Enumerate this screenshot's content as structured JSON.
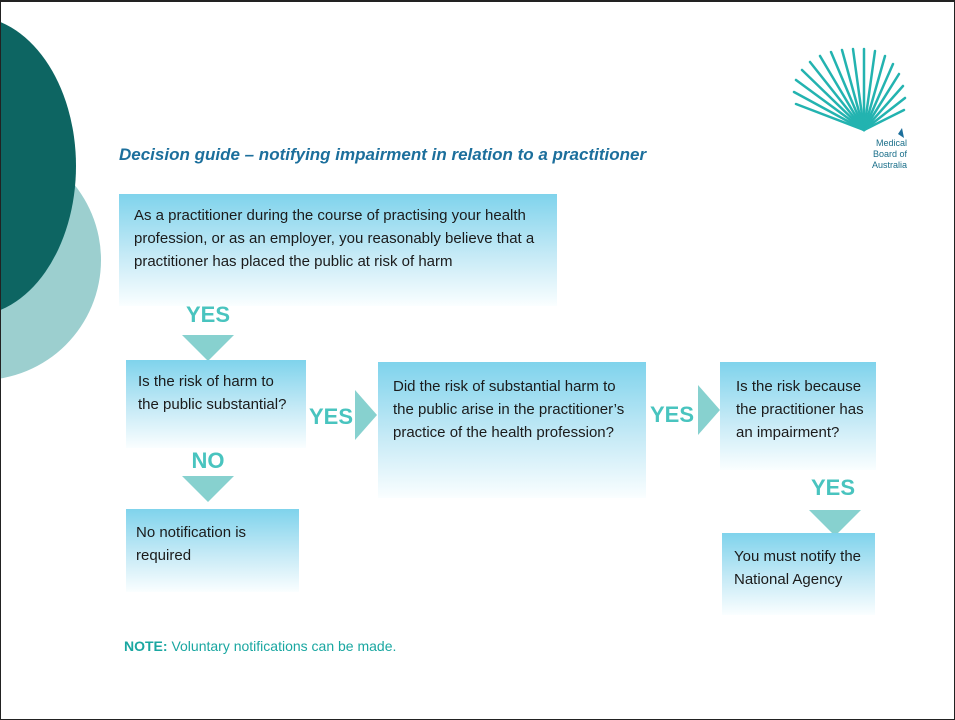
{
  "title": "Decision guide – notifying impairment in relation to a practitioner",
  "logo": {
    "text": "Medical\nBoard of\nAustralia"
  },
  "boxes": {
    "intro": "As a practitioner during the course of practising your health profession, or as an employer, you reasonably believe that a practitioner has placed the public at risk of harm",
    "q1": "Is the risk of harm to the public substantial?",
    "q2": "Did the risk of substantial harm to the public arise in the practitioner’s practice of the health profession?",
    "q3": "Is the risk because the practitioner has an impairment?",
    "no_notify": "No notification is required",
    "must_notify": "You must notify the National Agency"
  },
  "labels": {
    "yes": "YES",
    "no": "NO"
  },
  "note": {
    "label": "NOTE:",
    "text": " Voluntary notifications can be made."
  },
  "colors": {
    "title": "#1c6f9c",
    "answer": "#49c4bf",
    "note": "#1aa7a1",
    "dark_circle": "#0d6562",
    "light_circle": "#9ccfcf"
  }
}
